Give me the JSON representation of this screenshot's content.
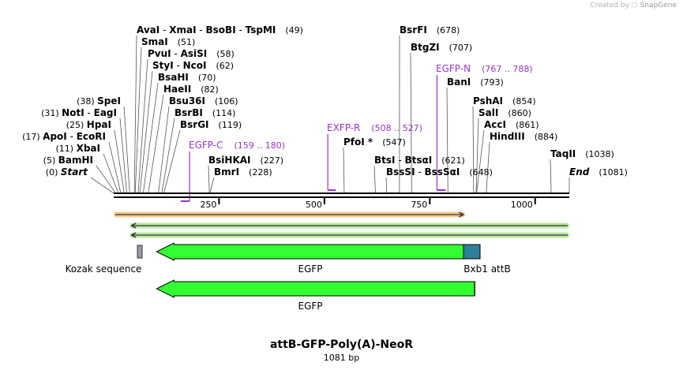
{
  "credit": {
    "prefix": "Created by",
    "brand": "SnapGene"
  },
  "title": "attB-GFP-Poly(A)-NeoR",
  "length_label": "1081 bp",
  "axis": {
    "ticks": [
      {
        "pos": 250,
        "label": "250"
      },
      {
        "pos": 500,
        "label": "500"
      },
      {
        "pos": 750,
        "label": "750"
      },
      {
        "pos": 1000,
        "label": "1000"
      }
    ]
  },
  "sites": [
    {
      "name": "AvaI",
      "parts": [
        {
          "t": "AvaI",
          "b": true
        },
        {
          "t": "  - ",
          "b": false
        },
        {
          "t": "XmaI",
          "b": true
        },
        {
          "t": "  - ",
          "b": false
        },
        {
          "t": "BsoBI",
          "b": true
        },
        {
          "t": "  - ",
          "b": false
        },
        {
          "t": "TspMI",
          "b": true
        }
      ],
      "num": "(49)",
      "pos": 49
    },
    {
      "name": "SmaI",
      "parts": [
        {
          "t": "SmaI",
          "b": true
        }
      ],
      "num": "(51)",
      "pos": 51
    },
    {
      "name": "PvuI",
      "parts": [
        {
          "t": "PvuI",
          "b": true
        },
        {
          "t": "  - ",
          "b": false
        },
        {
          "t": "AsiSI",
          "b": true
        }
      ],
      "num": "(58)",
      "pos": 58
    },
    {
      "name": "StyI",
      "parts": [
        {
          "t": "StyI",
          "b": true
        },
        {
          "t": "  - ",
          "b": false
        },
        {
          "t": "NcoI",
          "b": true
        }
      ],
      "num": "(62)",
      "pos": 62
    },
    {
      "name": "BsaHI",
      "parts": [
        {
          "t": "BsaHI",
          "b": true
        }
      ],
      "num": "(70)",
      "pos": 70
    },
    {
      "name": "HaeII",
      "parts": [
        {
          "t": "HaeII",
          "b": true
        }
      ],
      "num": "(82)",
      "pos": 82
    },
    {
      "name": "Bsu36I",
      "parts": [
        {
          "t": "Bsu36I",
          "b": true
        }
      ],
      "num": "(106)",
      "pos": 106
    },
    {
      "name": "BsrBI",
      "parts": [
        {
          "t": "BsrBI",
          "b": true
        }
      ],
      "num": "(114)",
      "pos": 114
    },
    {
      "name": "BsrGI",
      "parts": [
        {
          "t": "BsrGI",
          "b": true
        }
      ],
      "num": "(119)",
      "pos": 119
    },
    {
      "name": "BsiHKAI",
      "parts": [
        {
          "t": "BsiHKAI",
          "b": true
        }
      ],
      "num": "(227)",
      "pos": 227
    },
    {
      "name": "BmrI",
      "parts": [
        {
          "t": "BmrI",
          "b": true
        }
      ],
      "num": "(228)",
      "pos": 228
    },
    {
      "name": "PfoI",
      "parts": [
        {
          "t": "PfoI *",
          "b": true
        }
      ],
      "num": "(547)",
      "pos": 547
    },
    {
      "name": "BsrFI",
      "parts": [
        {
          "t": "BsrFI",
          "b": true
        }
      ],
      "num": "(678)",
      "pos": 678
    },
    {
      "name": "BtgZI",
      "parts": [
        {
          "t": "BtgZI",
          "b": true
        }
      ],
      "num": "(707)",
      "pos": 707
    },
    {
      "name": "BanI",
      "parts": [
        {
          "t": "BanI",
          "b": true
        }
      ],
      "num": "(793)",
      "pos": 793
    },
    {
      "name": "BtsI",
      "parts": [
        {
          "t": "BtsI",
          "b": true
        },
        {
          "t": "  - ",
          "b": false
        },
        {
          "t": "BtsαI",
          "b": true
        }
      ],
      "num": "(621)",
      "pos": 621
    },
    {
      "name": "BssSI",
      "parts": [
        {
          "t": "BssSI",
          "b": true
        },
        {
          "t": "  - ",
          "b": false
        },
        {
          "t": "BssSαI",
          "b": true
        }
      ],
      "num": "(648)",
      "pos": 648
    },
    {
      "name": "PshAI",
      "parts": [
        {
          "t": "PshAI",
          "b": true
        }
      ],
      "num": "(854)",
      "pos": 854
    },
    {
      "name": "SalI",
      "parts": [
        {
          "t": "SalI",
          "b": true
        }
      ],
      "num": "(860)",
      "pos": 860
    },
    {
      "name": "AccI",
      "parts": [
        {
          "t": "AccI",
          "b": true
        }
      ],
      "num": "(861)",
      "pos": 861
    },
    {
      "name": "HindIII",
      "parts": [
        {
          "t": "HindIII",
          "b": true
        }
      ],
      "num": "(884)",
      "pos": 884
    },
    {
      "name": "TaqII",
      "parts": [
        {
          "t": "TaqII",
          "b": true
        }
      ],
      "num": "(1038)",
      "pos": 1038
    },
    {
      "name": "End",
      "parts": [
        {
          "t": "End",
          "b": true,
          "i": true
        }
      ],
      "num": "(1081)",
      "pos": 1081
    },
    {
      "name": "SpeI",
      "parts": [
        {
          "t": "SpeI",
          "b": true
        }
      ],
      "num": "(38)",
      "pos": 38
    },
    {
      "name": "NotI",
      "parts": [
        {
          "t": "NotI",
          "b": true
        },
        {
          "t": "  - ",
          "b": false
        },
        {
          "t": "EagI",
          "b": true
        }
      ],
      "num": "(31)",
      "pos": 31
    },
    {
      "name": "HpaI",
      "parts": [
        {
          "t": "HpaI",
          "b": true
        }
      ],
      "num": "(25)",
      "pos": 25
    },
    {
      "name": "ApoI",
      "parts": [
        {
          "t": "ApoI",
          "b": true
        },
        {
          "t": "  - ",
          "b": false
        },
        {
          "t": "EcoRI",
          "b": true
        }
      ],
      "num": "(17)",
      "pos": 17
    },
    {
      "name": "XbaI",
      "parts": [
        {
          "t": "XbaI",
          "b": true
        }
      ],
      "num": "(11)",
      "pos": 11
    },
    {
      "name": "BamHI",
      "parts": [
        {
          "t": "BamHI",
          "b": true
        }
      ],
      "num": "(5)",
      "pos": 5
    },
    {
      "name": "Start",
      "parts": [
        {
          "t": "Start",
          "b": true,
          "i": true
        }
      ],
      "num": "(0)",
      "pos": 0
    }
  ],
  "primers": [
    {
      "name": "EGFP-C",
      "range": "(159 .. 180)",
      "start": 159,
      "end": 180
    },
    {
      "name": "EXFP-R",
      "range": "(508 .. 527)",
      "start": 508,
      "end": 527
    },
    {
      "name": "EGFP-N",
      "range": "(767 .. 788)",
      "start": 767,
      "end": 788
    }
  ],
  "features": [
    {
      "name": "Kozak sequence",
      "start": 60,
      "end": 70,
      "color": "#9b9ba8"
    },
    {
      "name": "EGFP",
      "start": 115,
      "end": 834,
      "color": "#33ff33"
    },
    {
      "name": "Bxb1 attB",
      "start": 834,
      "end": 872,
      "color": "#2f7f9a"
    },
    {
      "name": "EGFP",
      "start": 115,
      "end": 834,
      "color": "#33ff33"
    }
  ],
  "orfs": [
    {
      "start": 0,
      "end": 834,
      "direction": "forward",
      "color": "#f0a030"
    },
    {
      "start": 38,
      "end": 1081,
      "direction": "reverse",
      "color": "#7fd84a"
    },
    {
      "start": 38,
      "end": 1081,
      "direction": "reverse",
      "color": "#7fd84a"
    }
  ],
  "colors": {
    "primer": "#9933cc",
    "feature_green": "#33ff33",
    "orf_orange": "#f0a030",
    "orf_green": "#7fd84a"
  }
}
